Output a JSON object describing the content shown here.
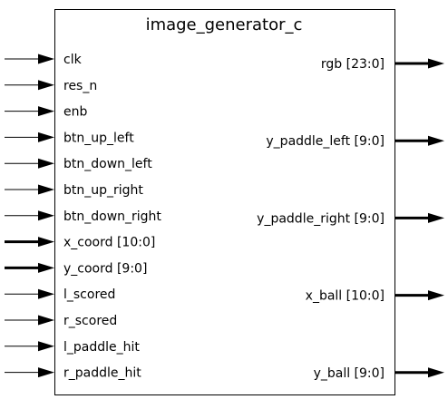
{
  "block": {
    "title": "image_generator_c"
  },
  "inputs": [
    {
      "label": "clk",
      "bus": false
    },
    {
      "label": "res_n",
      "bus": false
    },
    {
      "label": "enb",
      "bus": false
    },
    {
      "label": "btn_up_left",
      "bus": false
    },
    {
      "label": "btn_down_left",
      "bus": false
    },
    {
      "label": "btn_up_right",
      "bus": false
    },
    {
      "label": "btn_down_right",
      "bus": false
    },
    {
      "label": "x_coord [10:0]",
      "bus": true
    },
    {
      "label": "y_coord [9:0]",
      "bus": true
    },
    {
      "label": "l_scored",
      "bus": false
    },
    {
      "label": "r_scored",
      "bus": false
    },
    {
      "label": "l_paddle_hit",
      "bus": false
    },
    {
      "label": "r_paddle_hit",
      "bus": false
    }
  ],
  "outputs": [
    {
      "label": "rgb [23:0]",
      "bus": true
    },
    {
      "label": "y_paddle_left [9:0]",
      "bus": true
    },
    {
      "label": "y_paddle_right [9:0]",
      "bus": true
    },
    {
      "label": "x_ball [10:0]",
      "bus": true
    },
    {
      "label": "y_ball [9:0]",
      "bus": true
    }
  ],
  "colors": {
    "line": "#000000",
    "background": "#ffffff",
    "text": "#000000"
  }
}
